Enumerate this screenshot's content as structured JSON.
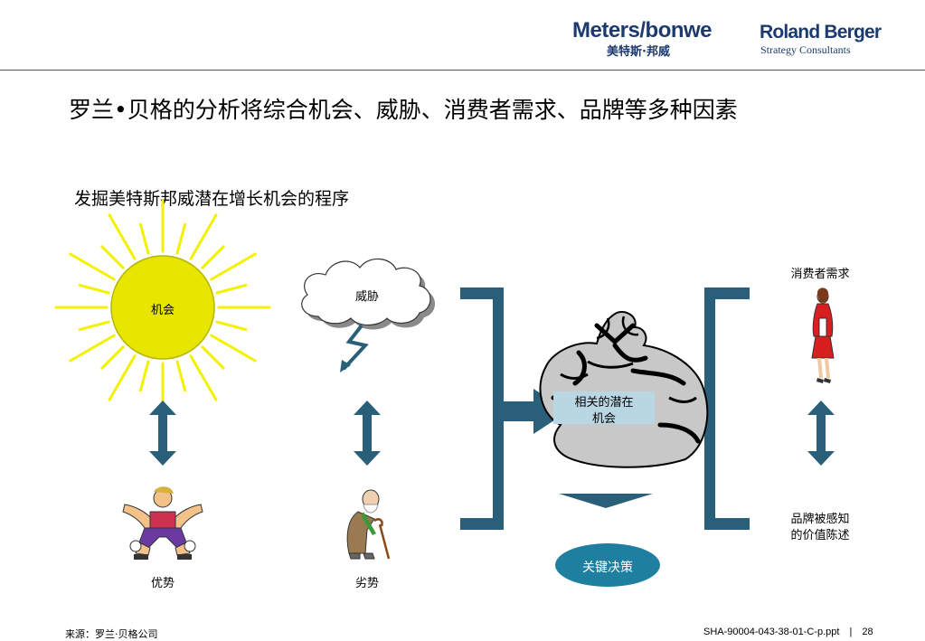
{
  "logos": {
    "meters_bonwe_en": "Meters/bonwe",
    "meters_bonwe_cn": "美特斯·邦威",
    "roland_berger_name": "Roland Berger",
    "roland_berger_sub": "Strategy Consultants"
  },
  "header": {
    "title": "罗兰•贝格的分析将综合机会、威胁、消费者需求、品牌等多种因素"
  },
  "diagram": {
    "subtitle": "发掘美特斯邦威潜在增长机会的程序",
    "opportunity_label": "机会",
    "threat_label": "威胁",
    "strength_label": "优势",
    "weakness_label": "劣势",
    "consumer_demand_label": "消费者需求",
    "brand_value_label_line1": "品牌被感知",
    "brand_value_label_line2": "的价值陈述",
    "potential_opportunity_line1": "相关的潜在",
    "potential_opportunity_line2": "机会",
    "key_decision_label": "关键决策",
    "colors": {
      "teal": "#2a5f7a",
      "sun": "#e6e600",
      "sun_ray": "#f2f200",
      "key_decision": "#1f7fa0",
      "label_box": "#b9d6e3"
    }
  },
  "footer": {
    "source": "来源：罗兰·贝格公司",
    "doc_id": "SHA-90004-043-38-01-C-p.ppt",
    "separator": "|",
    "page_number": "28"
  }
}
